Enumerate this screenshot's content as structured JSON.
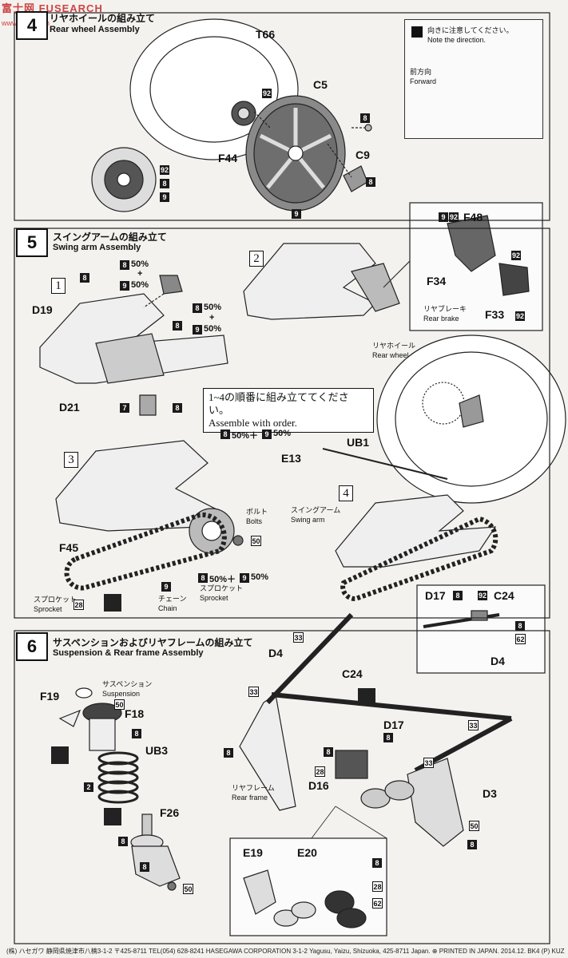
{
  "watermark": {
    "brand": "富士网 FUSEARCH",
    "url": "www.fushi.com"
  },
  "step4": {
    "num": "4",
    "jp": "リヤホイールの組み立て",
    "en": "Rear wheel Assembly"
  },
  "step5": {
    "num": "5",
    "jp": "スイングアームの組み立て",
    "en": "Swing arm Assembly"
  },
  "step6": {
    "num": "6",
    "jp": "サスペンションおよびリヤフレームの組み立て",
    "en": "Suspension & Rear frame Assembly"
  },
  "direction": {
    "jp": "向きに注意してください。",
    "en": "Note the direction.",
    "fwd_jp": "前方向",
    "fwd_en": "Forward"
  },
  "parts": {
    "T66": "T66",
    "C5": "C5",
    "F44": "F44",
    "C9": "C9",
    "F48": "F48",
    "F34": "F34",
    "F33": "F33",
    "D19": "D19",
    "D21": "D21",
    "UB1": "UB1",
    "E13": "E13",
    "F45": "F45",
    "D17": "D17",
    "C24": "C24",
    "D4": "D4",
    "F19": "F19",
    "F18": "F18",
    "UB3": "UB3",
    "F26": "F26",
    "D16": "D16",
    "D3": "D3",
    "E19": "E19",
    "E20": "E20"
  },
  "colors": {
    "c8": "8",
    "c9": "9",
    "c92": "92",
    "c7": "7",
    "c2": "2",
    "c28": "28",
    "c33": "33",
    "c50": "50",
    "c62": "62"
  },
  "mix": {
    "pct50": "50%",
    "plus": "+",
    "mixA": "50%＋",
    "mixB": "50%"
  },
  "labels": {
    "rear_brake_jp": "リヤブレーキ",
    "rear_brake_en": "Rear brake",
    "rear_wheel_jp": "リヤホイール",
    "rear_wheel_en": "Rear wheel",
    "swing_arm_jp": "スイングアーム",
    "swing_arm_en": "Swing arm",
    "bolts_jp": "ボルト",
    "bolts_en": "Bolts",
    "chain_jp": "チェーン",
    "chain_en": "Chain",
    "sprocket_jp": "スプロケット",
    "sprocket_en": "Sprocket",
    "susp_jp": "サスペンション",
    "susp_en": "Suspension",
    "rear_frame_jp": "リヤフレーム",
    "rear_frame_en": "Rear frame"
  },
  "order_note": {
    "jp": "1~4の順番に組み立ててください。",
    "en": "Assemble with order."
  },
  "substeps": {
    "s1": "1",
    "s2": "2",
    "s3": "3",
    "s4": "4"
  },
  "footer": "(株) ハセガワ 静岡県焼津市八楠3-1-2 〒425-8711 TEL(054) 628-8241 HASEGAWA CORPORATION 3-1-2 Yagusu, Yaizu, Shizuoka, 425-8711 Japan. ⊕ PRINTED IN JAPAN. 2014.12. BK4 (P) KUZ"
}
